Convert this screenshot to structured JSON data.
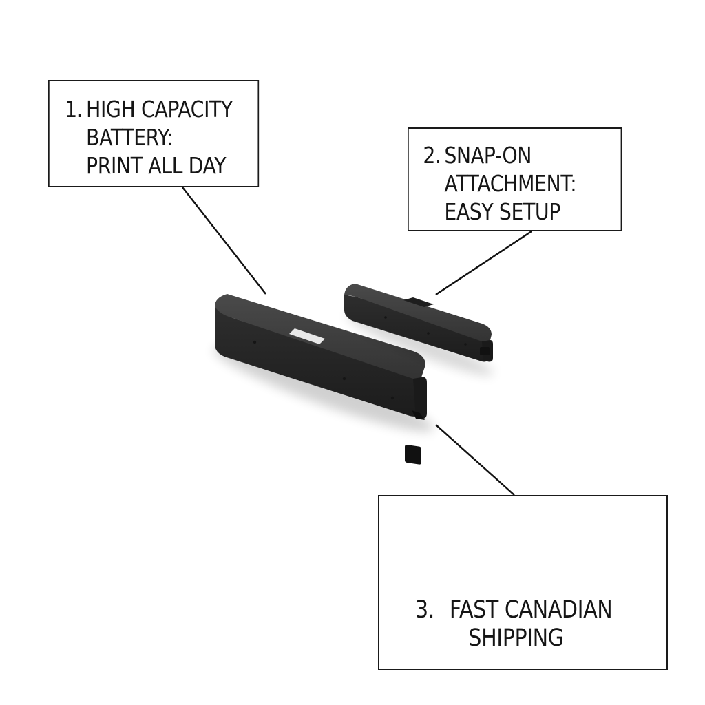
{
  "callouts": [
    {
      "number": "1.",
      "line1": "HIGH CAPACITY",
      "line2": "BATTERY:",
      "line3": "PRINT ALL DAY"
    },
    {
      "number": "2.",
      "line1": "SNAP-ON",
      "line2": "ATTACHMENT:",
      "line3": "EASY SETUP"
    },
    {
      "number": "3.",
      "line1": "FAST CANADIAN",
      "line2": "SHIPPING",
      "icon": "fast-maple-leaf-icon"
    }
  ],
  "product": {
    "items": [
      "large-battery-pack",
      "small-snap-on-battery"
    ],
    "color": "#2b2b2b"
  }
}
